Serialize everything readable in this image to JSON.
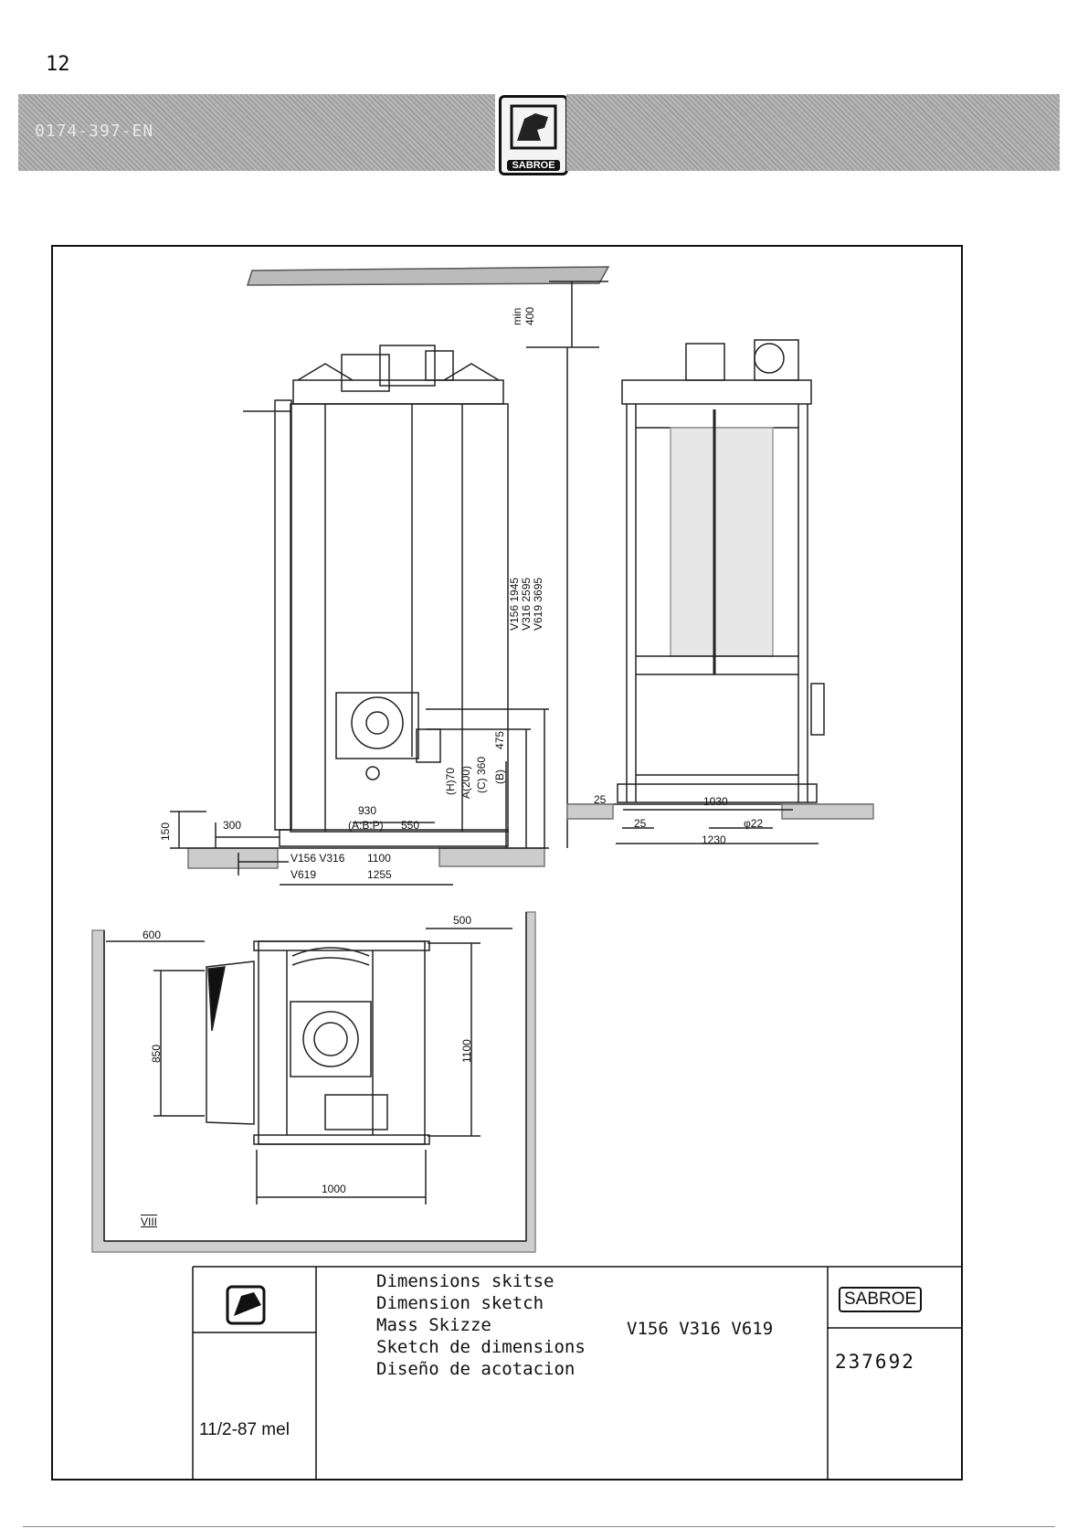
{
  "page": {
    "number": "12"
  },
  "header": {
    "code": "0174-397-EN",
    "logo_label": "SABROE"
  },
  "drawing": {
    "side_view": {
      "clearance_top": "min\n400",
      "height_v156": "V156  1945",
      "height_v316": "V316  2595",
      "height_v619": "V619  3695",
      "dim_475": "475",
      "dim_b": "(B)",
      "dim_c360": "(C) 360",
      "dim_a200": "A(200)",
      "dim_h70": "(H)70",
      "dim_150": "150",
      "dim_930": "930",
      "dim_300": "300",
      "dim_ab": "(A:B:P)",
      "dim_550": "550",
      "width_v156_v316_label": "V156 V316",
      "width_v156_v316_value": "1100",
      "width_v619_label": "V619",
      "width_v619_value": "1255"
    },
    "front_view": {
      "dim_25": "25",
      "dim_1030": "1030",
      "dim_25b": "25",
      "dim_phi22": "φ22",
      "dim_1230": "1230"
    },
    "plan_view": {
      "dim_600": "600",
      "dim_500": "500",
      "dim_850": "850",
      "dim_1100": "1100",
      "dim_1000": "1000",
      "roman": "VIII"
    }
  },
  "title_block": {
    "date": "11/2-87 mel",
    "titles": [
      "Dimensions skitse",
      "Dimension sketch",
      "Mass Skizze",
      "Sketch de dimensions",
      "Diseño de acotacion"
    ],
    "models": "V156  V316  V619",
    "brand": "SABROE",
    "drawing_number": "237692"
  }
}
